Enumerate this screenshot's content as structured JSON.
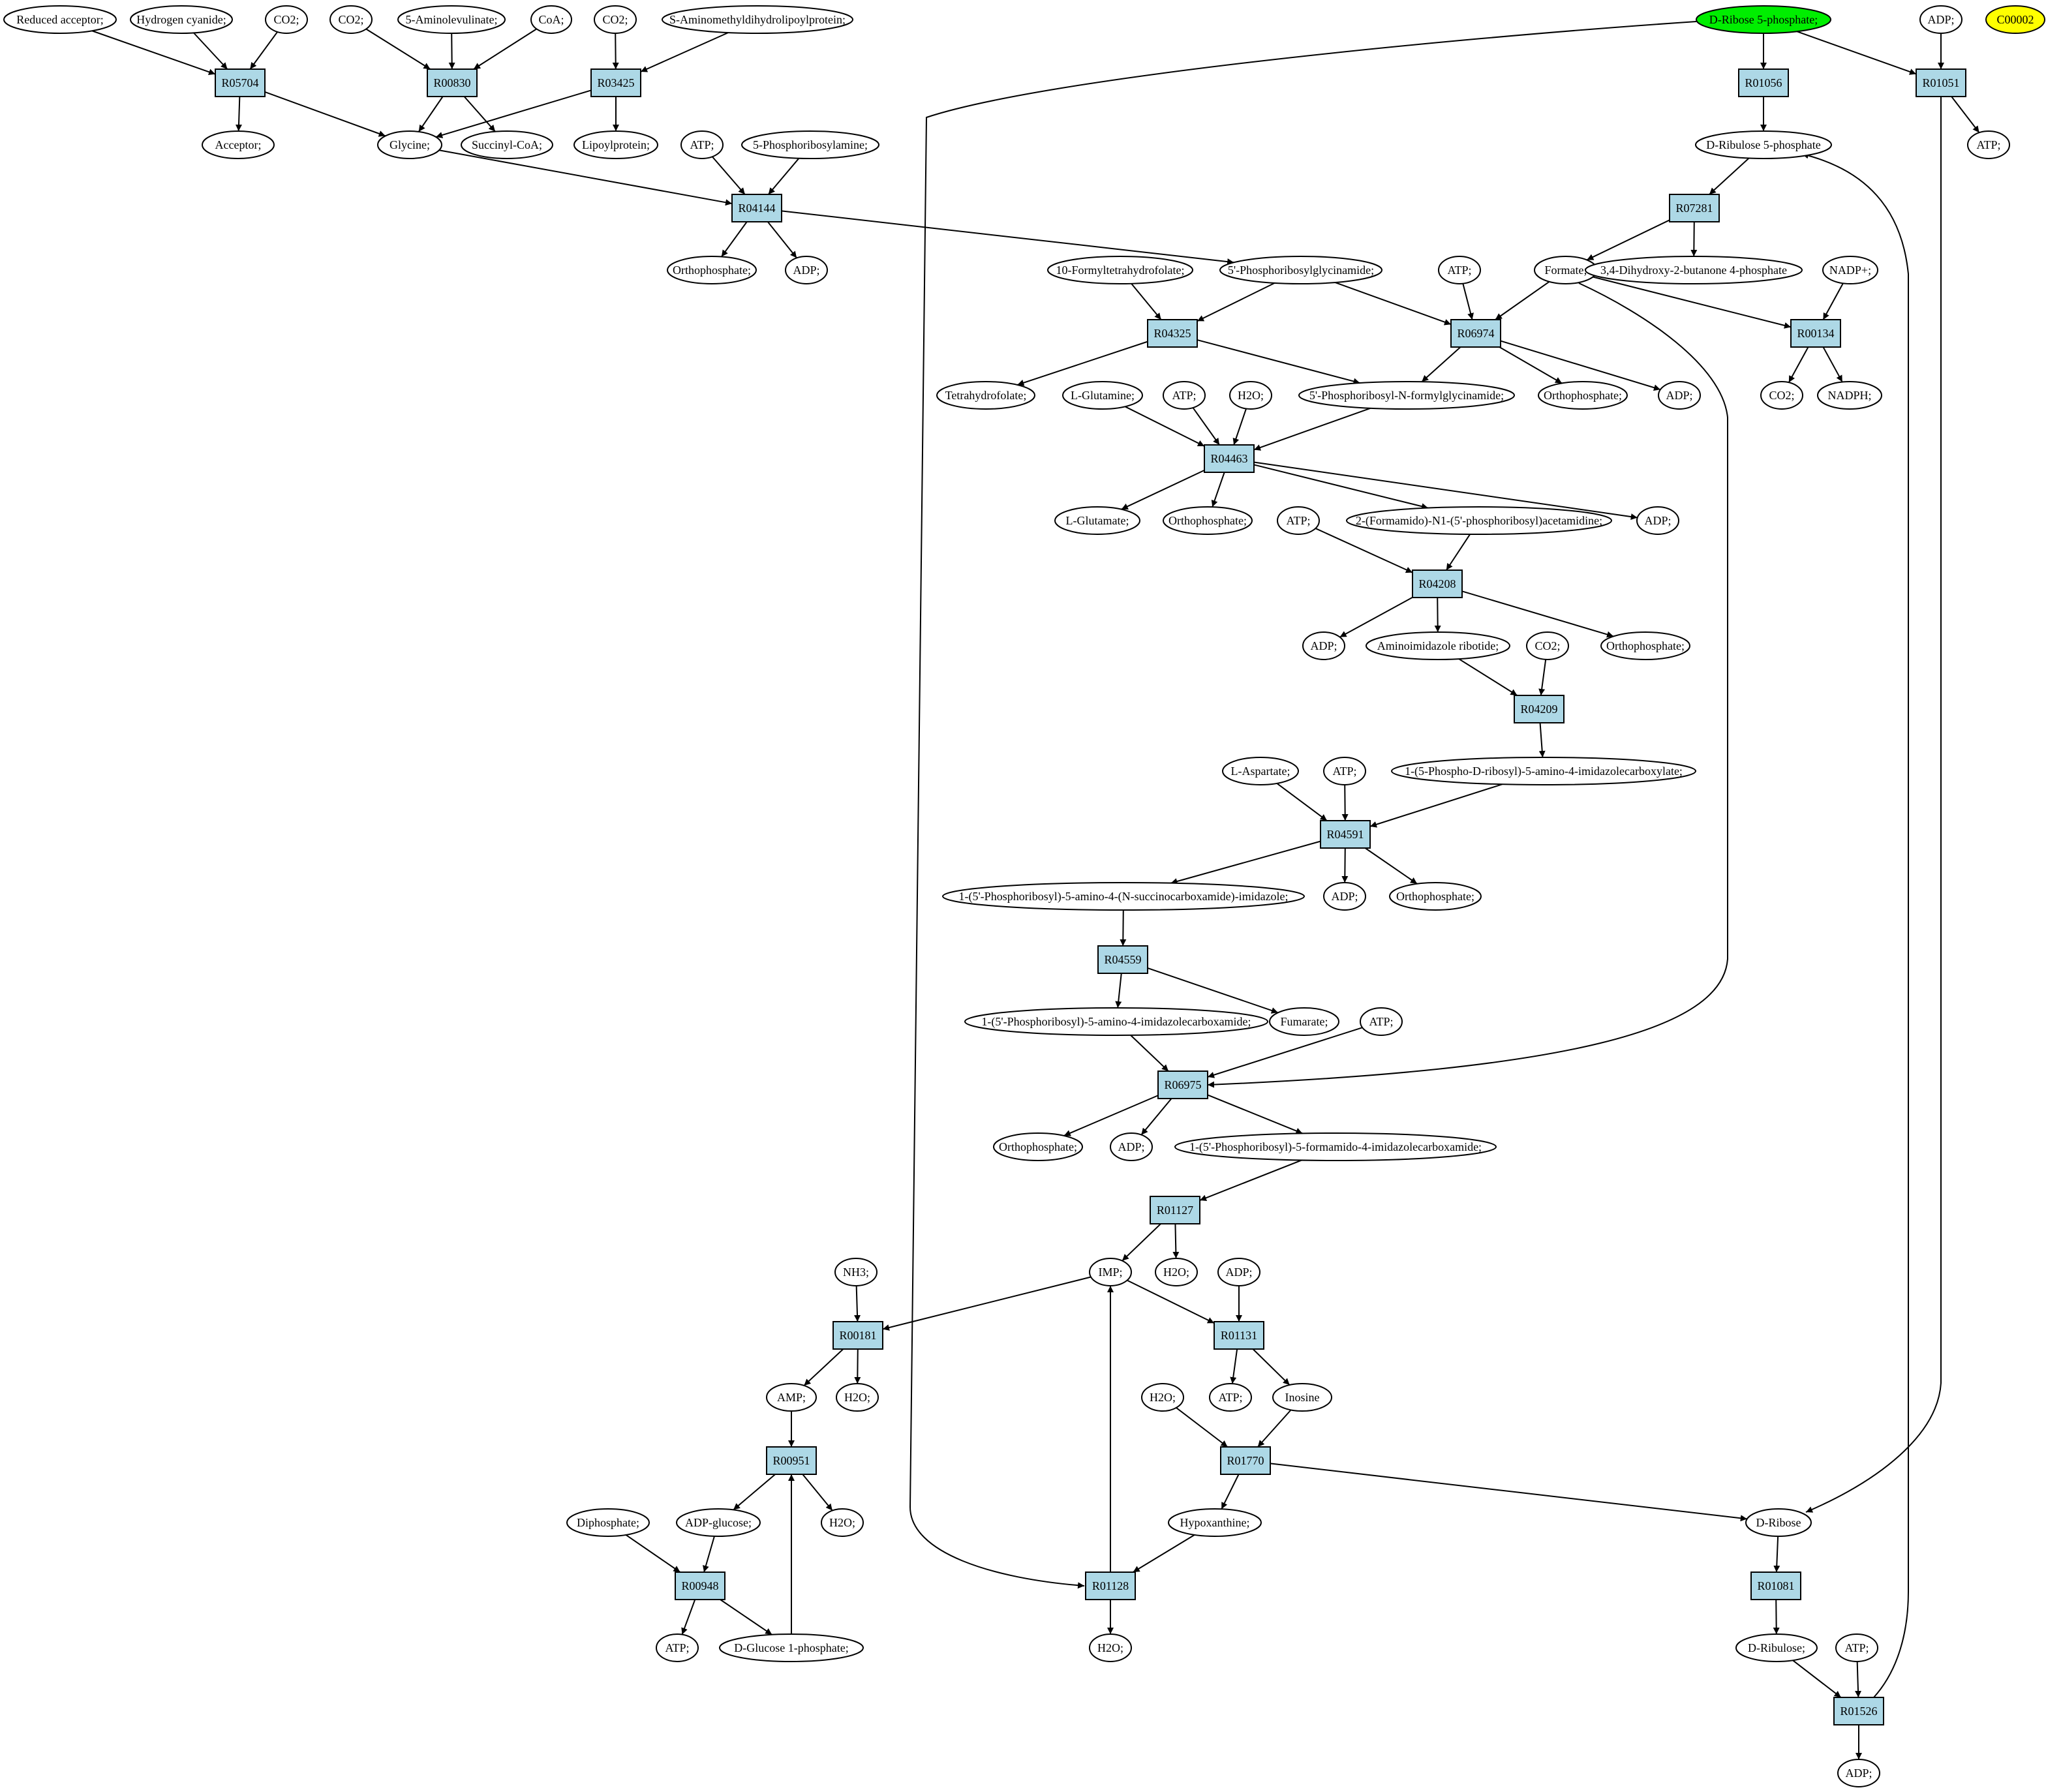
{
  "diagram": {
    "colors": {
      "reaction_fill": "#add8e6",
      "compound_fill": "#ffffff",
      "start_fill": "#00ee00",
      "highlight_fill": "#ffff00",
      "stroke": "#000000"
    },
    "nodes": {
      "reduced_acceptor": {
        "label": "Reduced acceptor;"
      },
      "hcn": {
        "label": "Hydrogen cyanide;"
      },
      "co2_a": {
        "label": "CO2;"
      },
      "co2_b": {
        "label": "CO2;"
      },
      "aminolev": {
        "label": "5-Aminolevulinate;"
      },
      "coa": {
        "label": "CoA;"
      },
      "co2_c": {
        "label": "CO2;"
      },
      "samdlp": {
        "label": "S-Aminomethyldihydrolipoylprotein;"
      },
      "dr5p": {
        "label": "D-Ribose 5-phosphate;",
        "fill": "start"
      },
      "adp_top": {
        "label": "ADP;"
      },
      "c00002": {
        "label": "C00002",
        "fill": "highlight"
      },
      "r05704": {
        "label": "R05704",
        "type": "reaction"
      },
      "r00830": {
        "label": "R00830",
        "type": "reaction"
      },
      "r03425": {
        "label": "R03425",
        "type": "reaction"
      },
      "r01056": {
        "label": "R01056",
        "type": "reaction"
      },
      "r01051": {
        "label": "R01051",
        "type": "reaction"
      },
      "acceptor": {
        "label": "Acceptor;"
      },
      "glycine": {
        "label": "Glycine;"
      },
      "succcoa": {
        "label": "Succinyl-CoA;"
      },
      "lipoyl": {
        "label": "Lipoylprotein;"
      },
      "atp_a": {
        "label": "ATP;"
      },
      "prpa": {
        "label": "5-Phosphoribosylamine;"
      },
      "dru5p": {
        "label": "D-Ribulose 5-phosphate"
      },
      "atp_top": {
        "label": "ATP;"
      },
      "r04144": {
        "label": "R04144",
        "type": "reaction"
      },
      "r07281": {
        "label": "R07281",
        "type": "reaction"
      },
      "ortho_a": {
        "label": "Orthophosphate;"
      },
      "adp_a": {
        "label": "ADP;"
      },
      "fthf": {
        "label": "10-Formyltetrahydrofolate;"
      },
      "gar": {
        "label": "5'-Phosphoribosylglycinamide;"
      },
      "atp_b": {
        "label": "ATP;"
      },
      "formate": {
        "label": "Formate;"
      },
      "dhbp": {
        "label": "3,4-Dihydroxy-2-butanone 4-phosphate"
      },
      "nadp": {
        "label": "NADP+;"
      },
      "r04325": {
        "label": "R04325",
        "type": "reaction"
      },
      "r06974": {
        "label": "R06974",
        "type": "reaction"
      },
      "r00134": {
        "label": "R00134",
        "type": "reaction"
      },
      "thf": {
        "label": "Tetrahydrofolate;"
      },
      "lgln": {
        "label": "L-Glutamine;"
      },
      "atp_c": {
        "label": "ATP;"
      },
      "h2o_a": {
        "label": "H2O;"
      },
      "fgar": {
        "label": "5'-Phosphoribosyl-N-formylglycinamide;"
      },
      "ortho_b": {
        "label": "Orthophosphate;"
      },
      "adp_b": {
        "label": "ADP;"
      },
      "co2_d": {
        "label": "CO2;"
      },
      "nadph": {
        "label": "NADPH;"
      },
      "r04463": {
        "label": "R04463",
        "type": "reaction"
      },
      "lglu": {
        "label": "L-Glutamate;"
      },
      "ortho_c": {
        "label": "Orthophosphate;"
      },
      "atp_d": {
        "label": "ATP;"
      },
      "fgam": {
        "label": "2-(Formamido)-N1-(5'-phosphoribosyl)acetamidine;"
      },
      "adp_c": {
        "label": "ADP;"
      },
      "r04208": {
        "label": "R04208",
        "type": "reaction"
      },
      "adp_d": {
        "label": "ADP;"
      },
      "air": {
        "label": "Aminoimidazole ribotide;"
      },
      "co2_e": {
        "label": "CO2;"
      },
      "ortho_d": {
        "label": "Orthophosphate;"
      },
      "r04209": {
        "label": "R04209",
        "type": "reaction"
      },
      "cair": {
        "label": "1-(5-Phospho-D-ribosyl)-5-amino-4-imidazolecarboxylate;"
      },
      "lasp": {
        "label": "L-Aspartate;"
      },
      "atp_e": {
        "label": "ATP;"
      },
      "r04591": {
        "label": "R04591",
        "type": "reaction"
      },
      "saicar": {
        "label": "1-(5'-Phosphoribosyl)-5-amino-4-(N-succinocarboxamide)-imidazole;"
      },
      "adp_e": {
        "label": "ADP;"
      },
      "ortho_e": {
        "label": "Orthophosphate;"
      },
      "r04559": {
        "label": "R04559",
        "type": "reaction"
      },
      "aicar": {
        "label": "1-(5'-Phosphoribosyl)-5-amino-4-imidazolecarboxamide;"
      },
      "fumarate": {
        "label": "Fumarate;"
      },
      "atp_f": {
        "label": "ATP;"
      },
      "r06975": {
        "label": "R06975",
        "type": "reaction"
      },
      "ortho_f": {
        "label": "Orthophosphate;"
      },
      "adp_f": {
        "label": "ADP;"
      },
      "faicar": {
        "label": "1-(5'-Phosphoribosyl)-5-formamido-4-imidazolecarboxamide;"
      },
      "r01127": {
        "label": "R01127",
        "type": "reaction"
      },
      "imp": {
        "label": "IMP;"
      },
      "h2o_b": {
        "label": "H2O;"
      },
      "adp_g": {
        "label": "ADP;"
      },
      "nh3": {
        "label": "NH3;"
      },
      "r00181": {
        "label": "R00181",
        "type": "reaction"
      },
      "r01131": {
        "label": "R01131",
        "type": "reaction"
      },
      "amp": {
        "label": "AMP;"
      },
      "h2o_c": {
        "label": "H2O;"
      },
      "h2o_d": {
        "label": "H2O;"
      },
      "atp_g": {
        "label": "ATP;"
      },
      "inosine": {
        "label": "Inosine"
      },
      "r00951": {
        "label": "R00951",
        "type": "reaction"
      },
      "r01770": {
        "label": "R01770",
        "type": "reaction"
      },
      "diphos": {
        "label": "Diphosphate;"
      },
      "adpglc": {
        "label": "ADP-glucose;"
      },
      "h2o_e": {
        "label": "H2O;"
      },
      "hypox": {
        "label": "Hypoxanthine;"
      },
      "dribose": {
        "label": "D-Ribose"
      },
      "r00948": {
        "label": "R00948",
        "type": "reaction"
      },
      "r01128": {
        "label": "R01128",
        "type": "reaction"
      },
      "r01081": {
        "label": "R01081",
        "type": "reaction"
      },
      "atp_h": {
        "label": "ATP;"
      },
      "g1p": {
        "label": "D-Glucose 1-phosphate;"
      },
      "h2o_f": {
        "label": "H2O;"
      },
      "dribulose": {
        "label": "D-Ribulose;"
      },
      "atp_i": {
        "label": "ATP;"
      },
      "r01526": {
        "label": "R01526",
        "type": "reaction"
      },
      "adp_h": {
        "label": "ADP;"
      }
    }
  }
}
